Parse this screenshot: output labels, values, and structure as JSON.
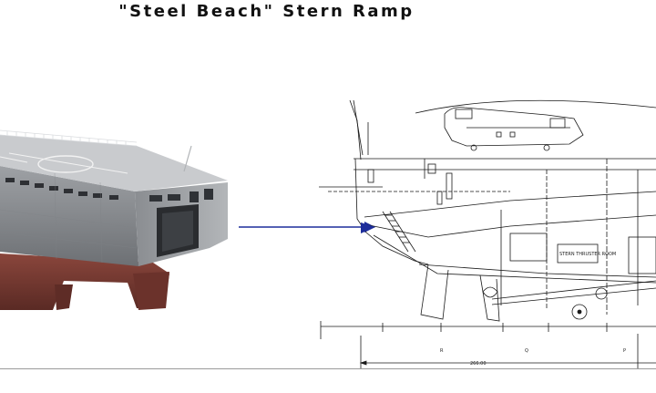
{
  "title": "\"Steel Beach\" Stern Ramp",
  "drawing": {
    "frame_labels": [
      "R",
      "Q",
      "P"
    ],
    "dimension": "266.00",
    "room_labels": [
      "STERN THRUSTER ROOM"
    ]
  },
  "colors": {
    "hull_gray": "#8d9094",
    "deck_gray": "#c9cbce",
    "hull_red": "#7a3b33",
    "arrow_blue": "#1d2d9b",
    "line": "#1a1a1a"
  }
}
